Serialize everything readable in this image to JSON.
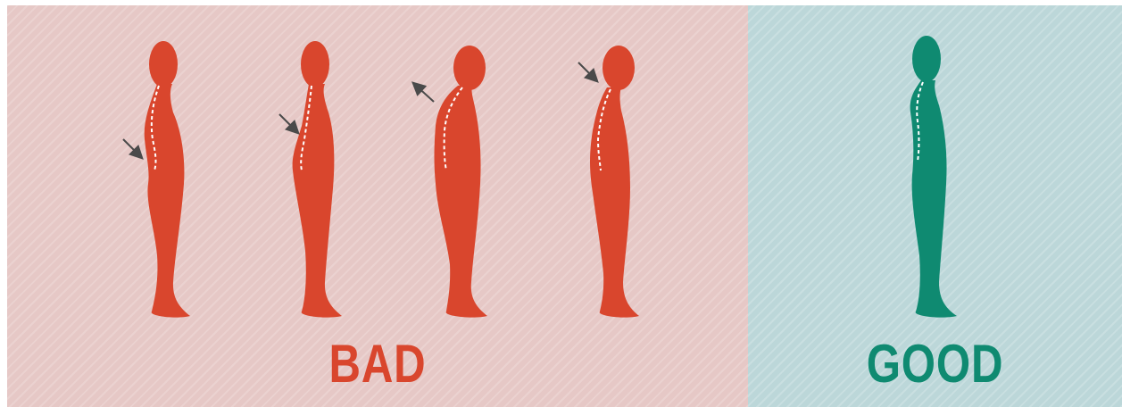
{
  "panels": {
    "bad": {
      "label": "BAD",
      "color": "#d9462d",
      "background": "#e6c8c6"
    },
    "good": {
      "label": "GOOD",
      "color": "#0f8a71",
      "background": "#bcd7d9"
    }
  },
  "figures": [
    {
      "group": "bad",
      "posture": "lower-back-sway",
      "arrow": "pointing-in"
    },
    {
      "group": "bad",
      "posture": "mid-back-sway",
      "arrow": "pointing-in"
    },
    {
      "group": "bad",
      "posture": "upper-back-hunch",
      "arrow": "pointing-out"
    },
    {
      "group": "bad",
      "posture": "neck-forward",
      "arrow": "pointing-in"
    },
    {
      "group": "good",
      "posture": "neutral-spine",
      "arrow": "none"
    }
  ],
  "icons": {
    "arrow": "arrow-icon",
    "spine": "dashed-spine-line"
  },
  "colors": {
    "arrow": "#4a4a4a",
    "spine": "#ffffff"
  }
}
